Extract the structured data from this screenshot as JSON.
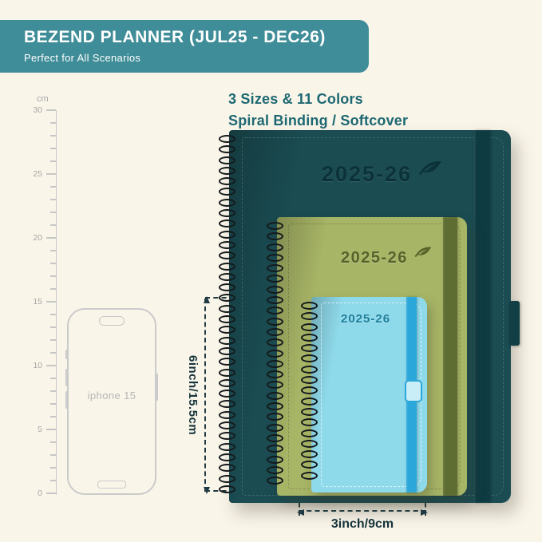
{
  "page": {
    "background": "#FAF5E9"
  },
  "banner": {
    "title": "BEZEND PLANNER (JUL25 - DEC26)",
    "subtitle": "Perfect for All Scenarios",
    "bg_color": "#3F8D98",
    "text_color": "#FFFFFF"
  },
  "features": {
    "line1": "3 Sizes & 11 Colors",
    "line2": "Spiral Binding / Softcover",
    "text_color": "#1D6872"
  },
  "ruler": {
    "unit": "cm",
    "labels": [
      "30",
      "25",
      "20",
      "15",
      "10",
      "5",
      "0"
    ]
  },
  "phone": {
    "label": "iphone 15"
  },
  "planners": {
    "large": {
      "year_label": "2025-26",
      "cover_color": "#1A4C52",
      "band_color": "#0E3B42"
    },
    "medium": {
      "year_label": "2025-26",
      "cover_color": "#A7B566",
      "band_color": "#5E6D31"
    },
    "small": {
      "year_label": "2025-26",
      "cover_color": "#8ED9EA",
      "band_color": "#2BA7D9"
    }
  },
  "dimensions": {
    "height_label": "6inch/15.5cm",
    "width_label": "3inch/9cm"
  }
}
